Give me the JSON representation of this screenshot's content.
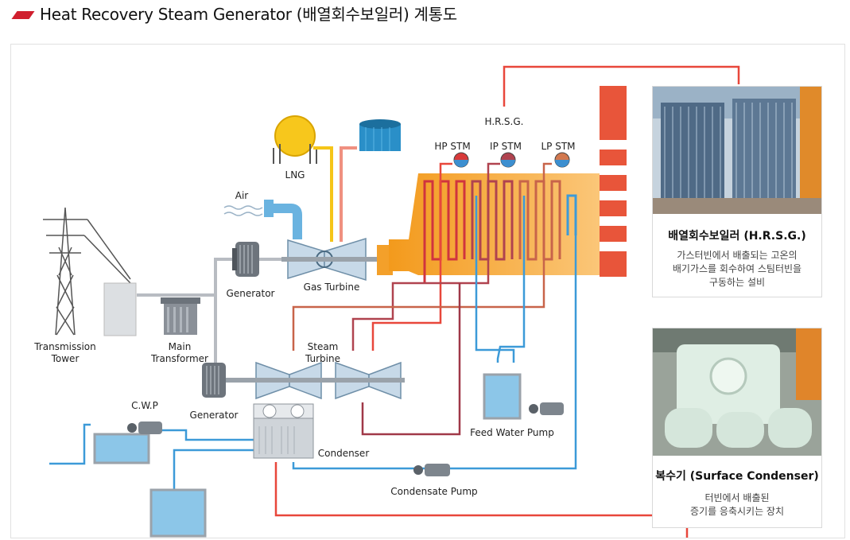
{
  "header": {
    "title": "Heat Recovery Steam Generator (배열회수보일러) 계통도",
    "accent_color": "#d01f2e"
  },
  "diagram": {
    "labels": {
      "hrsg": "H.R.S.G.",
      "hp_stm": "HP STM",
      "ip_stm": "IP STM",
      "lp_stm": "LP STM",
      "lng": "LNG",
      "air": "Air",
      "generator_top": "Generator",
      "gas_turbine": "Gas Turbine",
      "transmission_tower_1": "Transmission",
      "transmission_tower_2": "Tower",
      "main_transformer_1": "Main",
      "main_transformer_2": "Transformer",
      "steam_turbine_1": "Steam",
      "steam_turbine_2": "Turbine",
      "generator_bottom": "Generator",
      "cwp": "C.W.P",
      "condenser": "Condenser",
      "feed_water_pump": "Feed Water Pump",
      "condensate_pump": "Condensate Pump"
    },
    "colors": {
      "hot_steam": "#e8473b",
      "mid_steam": "#b0434f",
      "low_steam": "#c8644a",
      "water": "#3c9ad8",
      "fuel": "#f5c518",
      "exhaust_pink": "#f09080",
      "electric": "#b8bcc2"
    }
  },
  "cards": {
    "hrsg": {
      "title": "배열회수보일러 (H.R.S.G.)",
      "desc_line1": "가스터빈에서 배출되는 고온의",
      "desc_line2": "배기가스를 회수하여 스팀터빈을",
      "desc_line3": "구동하는 설비"
    },
    "condenser": {
      "title": "복수기 (Surface Condenser)",
      "desc_line1": "터빈에서 배출된",
      "desc_line2": "증기를 응축시키는 장치"
    }
  }
}
